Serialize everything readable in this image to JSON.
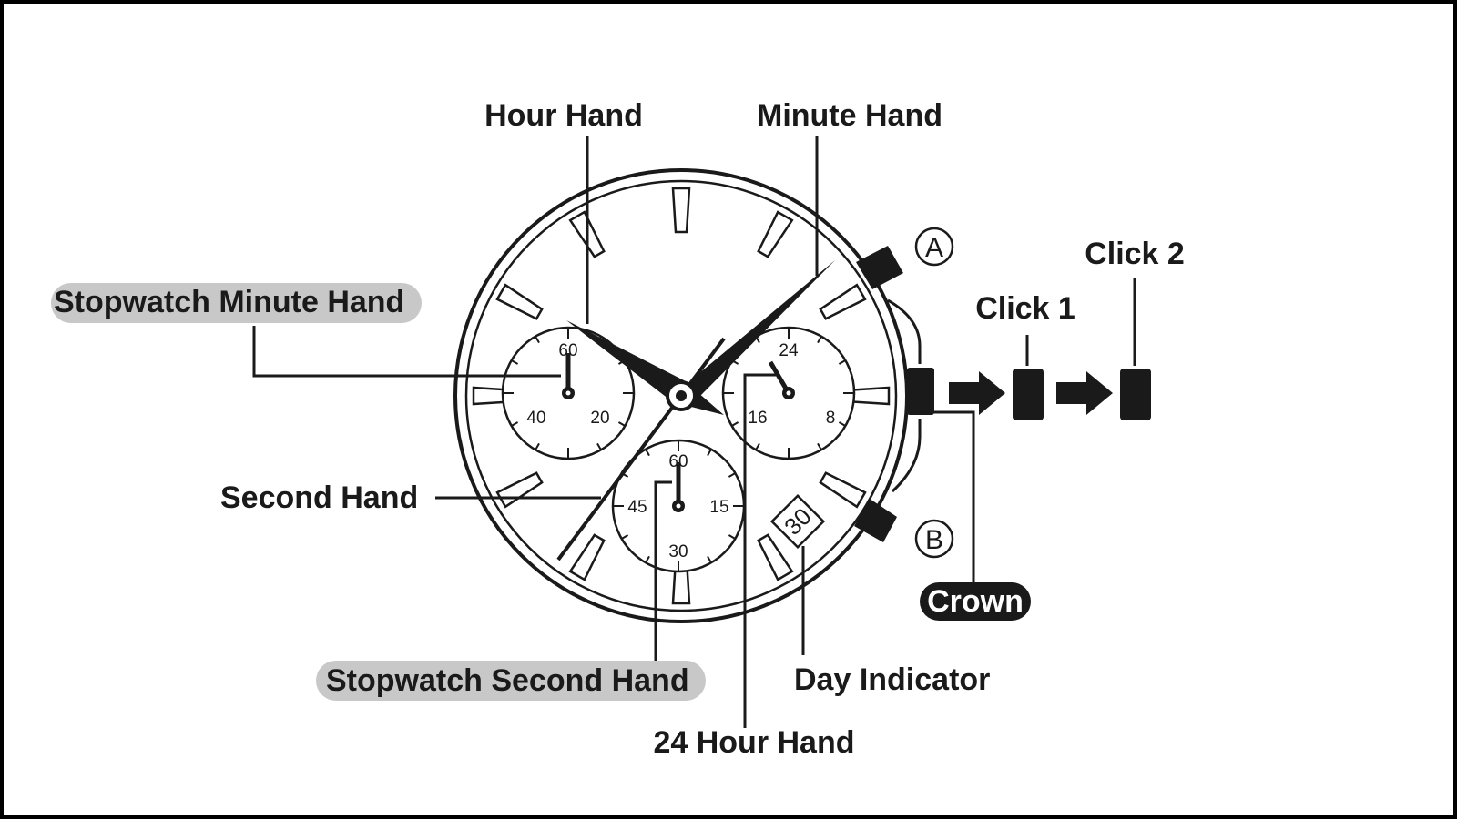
{
  "labels": {
    "hour_hand": "Hour Hand",
    "minute_hand": "Minute Hand",
    "stopwatch_minute_hand": "Stopwatch Minute Hand",
    "second_hand": "Second Hand",
    "stopwatch_second_hand": "Stopwatch Second Hand",
    "hour24_hand": "24 Hour Hand",
    "day_indicator": "Day Indicator",
    "crown": "Crown",
    "click1": "Click 1",
    "click2": "Click 2",
    "button_a": "A",
    "button_b": "B"
  },
  "dial": {
    "left_subdial": {
      "top": "60",
      "left": "40",
      "right": "20"
    },
    "bottom_subdial": {
      "top": "60",
      "left": "45",
      "right": "15",
      "bottom": "30"
    },
    "right_subdial": {
      "top": "24",
      "left": "16",
      "right": "8"
    },
    "date": "30"
  },
  "colors": {
    "ink": "#1a1a1a",
    "highlight": "#c8c8c8",
    "crown_badge": "#1a1a1a",
    "background": "#ffffff"
  }
}
